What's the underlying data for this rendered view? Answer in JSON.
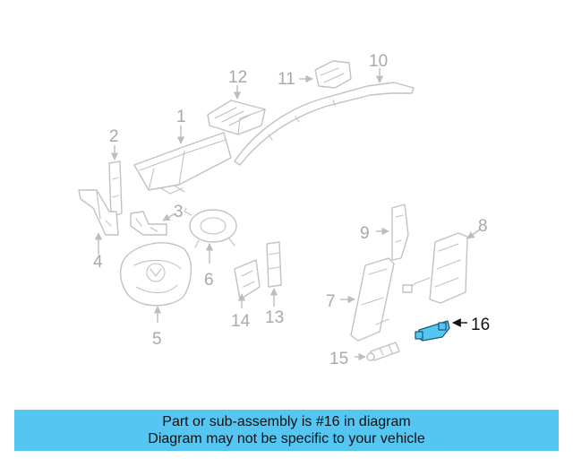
{
  "diagram": {
    "callouts": [
      "1",
      "2",
      "3",
      "4",
      "5",
      "6",
      "7",
      "8",
      "9",
      "10",
      "11",
      "12",
      "13",
      "14",
      "15",
      "16"
    ],
    "highlighted_part": "16",
    "highlight_color": "#55c5f1"
  },
  "caption": {
    "line1": "Part or sub-assembly is #16 in diagram",
    "line2": "Diagram may not be specific to your vehicle",
    "background": "#55c5f1"
  }
}
